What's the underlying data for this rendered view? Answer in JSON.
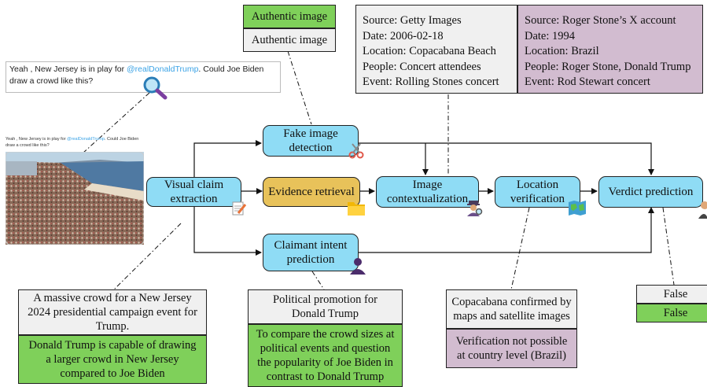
{
  "tweet": {
    "text_before": "Yeah , New Jersey is in play for ",
    "mention": "@realDonaldTrump",
    "text_after": ". Could Joe Biden draw a crowd like this?"
  },
  "thumbnail": {
    "text_before": "Yeah , New Jersey is in play for ",
    "mention": "@realDonaldTrump",
    "text_after": ". Could Joe Biden draw a crowd like this?"
  },
  "nodes": {
    "visual_claim_extraction": "Visual claim extraction",
    "evidence_retrieval": "Evidence retrieval",
    "fake_image_detection": "Fake image detection",
    "claimant_intent_prediction": "Claimant intent prediction",
    "image_contextualization": "Image contextualization",
    "location_verification": "Location verification",
    "verdict_prediction": "Verdict prediction"
  },
  "fake_detection_output": {
    "predicted": "Authentic image",
    "ground_truth": "Authentic image"
  },
  "source_context": {
    "predicted": [
      "Source: Getty Images",
      "Date: 2006-02-18",
      "Location: Copacabana Beach",
      "People: Concert attendees",
      "Event: Rolling Stones concert"
    ],
    "ground_truth": [
      "Source: Roger Stone’s X account",
      "Date: 1994",
      "Location: Brazil",
      "People: Roger Stone, Donald Trump",
      "Event: Rod Stewart concert"
    ]
  },
  "claim_output": {
    "predicted": "A massive crowd for a New Jersey 2024 presidential campaign event for Trump.",
    "ground_truth": "Donald Trump is capable of drawing a larger crowd in New Jersey compared to Joe Biden"
  },
  "intent_output": {
    "predicted": "Political promotion for Donald Trump",
    "ground_truth": "To compare the crowd sizes at political events and question the popularity of Joe Biden in contrast to Donald Trump"
  },
  "location_output": {
    "predicted": "Copacabana confirmed by maps and satellite images",
    "ground_truth": "Verification not possible at country level (Brazil)"
  },
  "verdict_output": {
    "predicted": "False",
    "ground_truth": "False"
  },
  "colors": {
    "process_node": "#8fdcf5",
    "retrieval_node": "#e8c25a",
    "prediction_box": "#f0f0f0",
    "ground_truth_box": "#7fd05a",
    "mismatch_box": "#d2bcd0"
  },
  "icons": [
    "magnifier-icon",
    "scissors-icon",
    "memo-icon",
    "folder-icon",
    "detective-icon",
    "map-icon",
    "person-icon",
    "judge-icon"
  ]
}
